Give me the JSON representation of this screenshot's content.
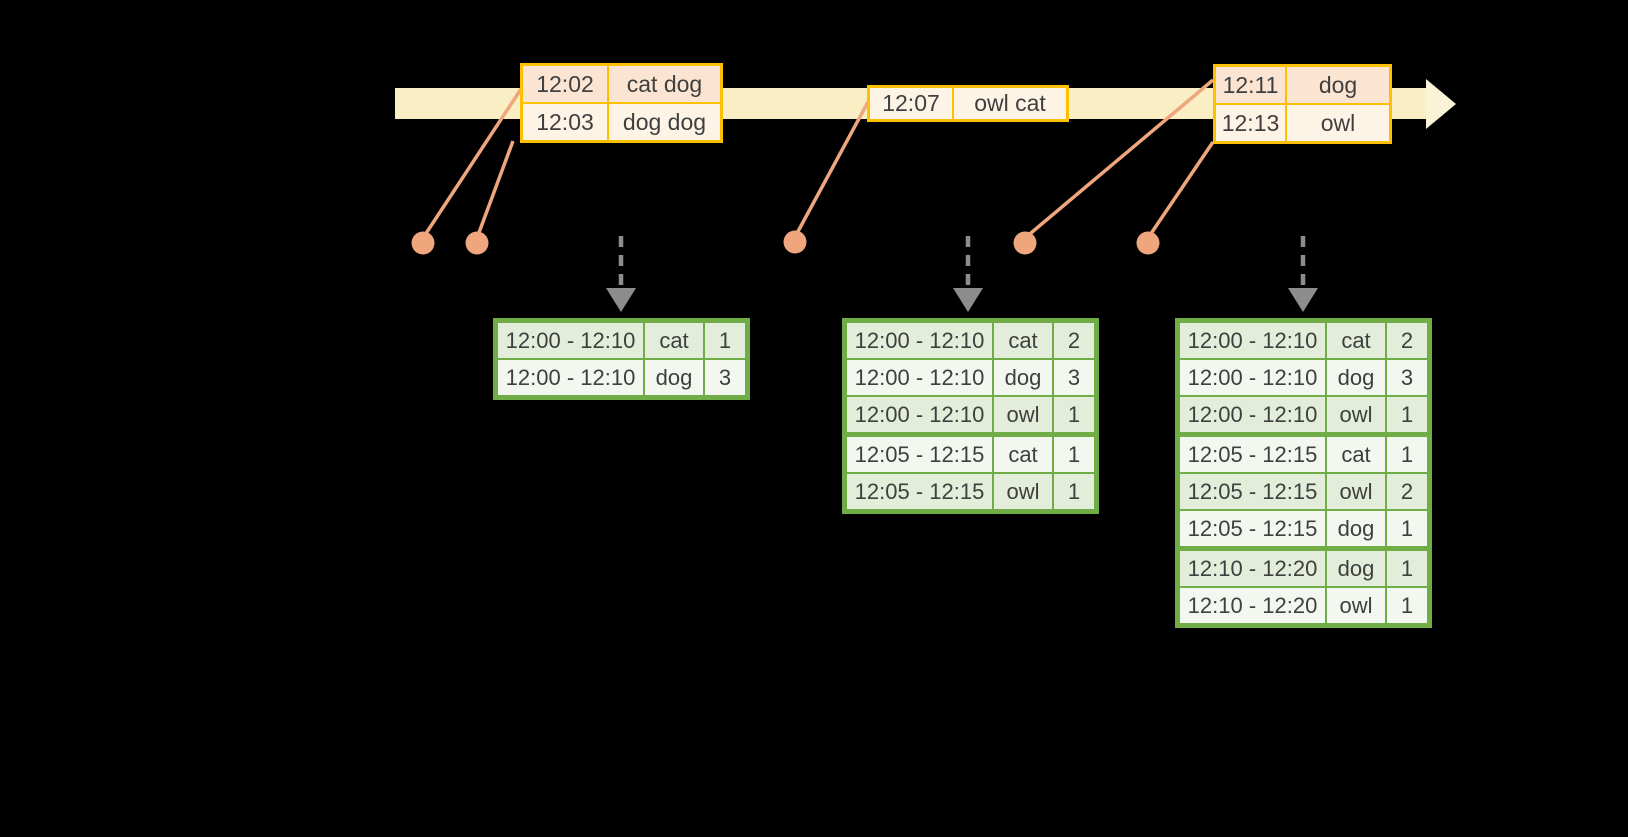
{
  "colors": {
    "background": "#000000",
    "timeline_band": "#F9EEC4",
    "event_border": "#FFC000",
    "event_row_dark": "#FBE5D2",
    "event_row_light": "#FDF4E6",
    "result_border": "#71AD47",
    "result_row_dark": "#E3EEDA",
    "result_row_light": "#F2F8EF",
    "connector_orange": "#F0A67C",
    "trigger_gray": "#8D8D8D",
    "text": "#3F3F3F"
  },
  "events": {
    "first": {
      "rows": [
        {
          "time": "12:02",
          "words": "cat dog"
        },
        {
          "time": "12:03",
          "words": "dog dog"
        }
      ]
    },
    "second": {
      "rows": [
        {
          "time": "12:07",
          "words": "owl cat"
        }
      ]
    },
    "third": {
      "rows": [
        {
          "time": "12:11",
          "words": "dog"
        },
        {
          "time": "12:13",
          "words": "owl"
        }
      ]
    }
  },
  "results": {
    "first": {
      "rows": [
        {
          "window": "12:00 - 12:10",
          "word": "cat",
          "count": "1"
        },
        {
          "window": "12:00 - 12:10",
          "word": "dog",
          "count": "3"
        }
      ]
    },
    "second": {
      "rows": [
        {
          "window": "12:00 - 12:10",
          "word": "cat",
          "count": "2"
        },
        {
          "window": "12:00 - 12:10",
          "word": "dog",
          "count": "3"
        },
        {
          "window": "12:00 - 12:10",
          "word": "owl",
          "count": "1"
        },
        {
          "window": "12:05 - 12:15",
          "word": "cat",
          "count": "1"
        },
        {
          "window": "12:05 - 12:15",
          "word": "owl",
          "count": "1"
        }
      ]
    },
    "third": {
      "rows": [
        {
          "window": "12:00 - 12:10",
          "word": "cat",
          "count": "2"
        },
        {
          "window": "12:00 - 12:10",
          "word": "dog",
          "count": "3"
        },
        {
          "window": "12:00 - 12:10",
          "word": "owl",
          "count": "1"
        },
        {
          "window": "12:05 - 12:15",
          "word": "cat",
          "count": "1"
        },
        {
          "window": "12:05 - 12:15",
          "word": "owl",
          "count": "2"
        },
        {
          "window": "12:05 - 12:15",
          "word": "dog",
          "count": "1"
        },
        {
          "window": "12:10 - 12:20",
          "word": "dog",
          "count": "1"
        },
        {
          "window": "12:10 - 12:20",
          "word": "owl",
          "count": "1"
        }
      ]
    }
  }
}
